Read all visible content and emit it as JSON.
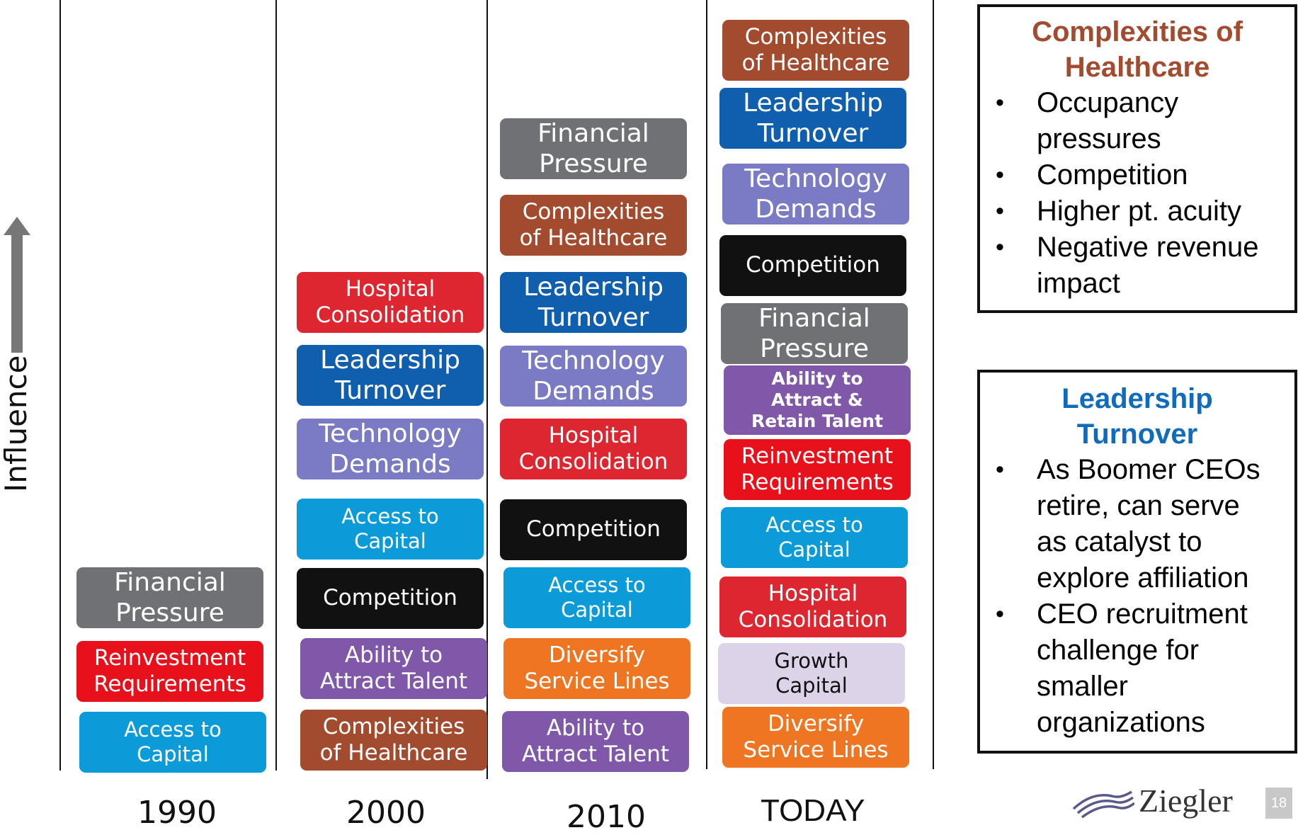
{
  "axis_label": "Influence",
  "columns": [
    {
      "year": "1990",
      "boxes": [
        {
          "label": "Financial\nPressure",
          "color": "#707174"
        },
        {
          "label": "Reinvestment\nRequirements",
          "color": "#e8101a"
        },
        {
          "label": "Access to\nCapital",
          "color": "#0a9bd8"
        }
      ]
    },
    {
      "year": "2000",
      "boxes": [
        {
          "label": "Hospital\nConsolidation",
          "color": "#dd2630"
        },
        {
          "label": "Leadership\nTurnover",
          "color": "#0f5fae"
        },
        {
          "label": "Technology\nDemands",
          "color": "#7b7ac4"
        },
        {
          "label": "Access to\nCapital",
          "color": "#0a9bd8"
        },
        {
          "label": "Competition",
          "color": "#111111"
        },
        {
          "label": "Ability to\nAttract Talent",
          "color": "#7f58aa"
        },
        {
          "label": "Complexities\nof Healthcare",
          "color": "#a24b2f"
        }
      ]
    },
    {
      "year": "2010",
      "boxes": [
        {
          "label": "Financial\nPressure",
          "color": "#707174"
        },
        {
          "label": "Complexities\nof Healthcare",
          "color": "#a24b2f"
        },
        {
          "label": "Leadership\nTurnover",
          "color": "#0f5fae"
        },
        {
          "label": "Technology\nDemands",
          "color": "#7b7ac4"
        },
        {
          "label": "Hospital\nConsolidation",
          "color": "#dd2630"
        },
        {
          "label": "Competition",
          "color": "#111111"
        },
        {
          "label": "Access to\nCapital",
          "color": "#0a9bd8"
        },
        {
          "label": "Diversify\nService Lines",
          "color": "#ee7623"
        },
        {
          "label": "Ability to\nAttract Talent",
          "color": "#7f58aa"
        }
      ]
    },
    {
      "year": "TODAY",
      "boxes": [
        {
          "label": "Complexities\nof Healthcare",
          "color": "#a24b2f"
        },
        {
          "label": "Leadership\nTurnover",
          "color": "#0f5fae"
        },
        {
          "label": "Technology\nDemands",
          "color": "#7b7ac4"
        },
        {
          "label": "Competition",
          "color": "#111111"
        },
        {
          "label": "Financial\nPressure",
          "color": "#707174"
        },
        {
          "label": "Ability to\nAttract &\nRetain Talent",
          "color": "#7f58aa"
        },
        {
          "label": "Reinvestment\nRequirements",
          "color": "#e8101a"
        },
        {
          "label": "Access to\nCapital",
          "color": "#0a9bd8"
        },
        {
          "label": "Hospital\nConsolidation",
          "color": "#dd2630"
        },
        {
          "label": "Growth\nCapital",
          "color": "#dcd3e8"
        },
        {
          "label": "Diversify\nService Lines",
          "color": "#ee7623"
        }
      ]
    }
  ],
  "panels": [
    {
      "title": "Complexities of\nHealthcare",
      "title_color": "#a24b2f",
      "bullets": [
        "Occupancy\npressures",
        "Competition",
        "Higher pt. acuity",
        "Negative revenue\nimpact"
      ]
    },
    {
      "title": "Leadership\nTurnover",
      "title_color": "#0f6cbd",
      "bullets": [
        "As Boomer CEOs\nretire, can serve\nas catalyst to\nexplore affiliation",
        "CEO recruitment\nchallenge for\nsmaller\norganizations"
      ]
    }
  ],
  "logo_text": "Ziegler",
  "page_number": "18"
}
